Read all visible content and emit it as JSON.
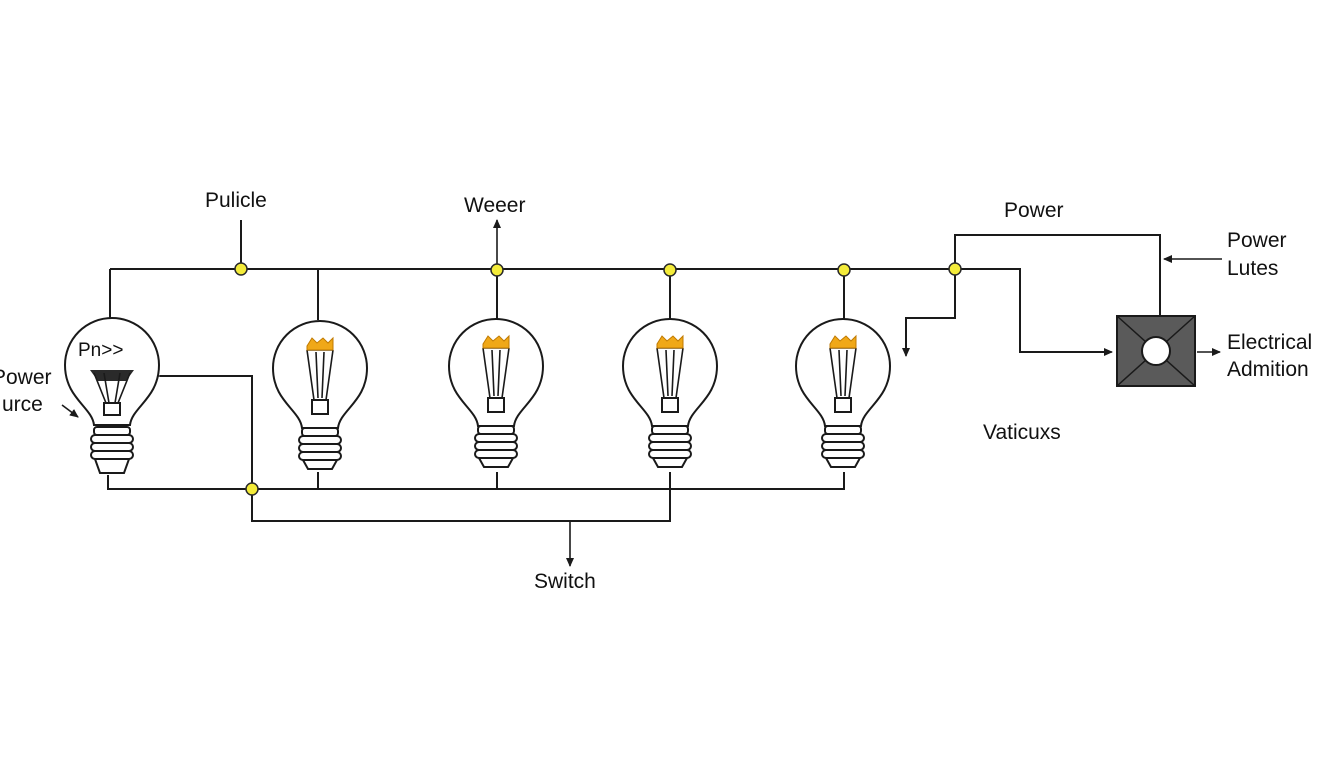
{
  "labels": {
    "pulicle": "Pulicle",
    "weeer": "Weeer",
    "power_top": "Power",
    "power_lutes_1": "Power",
    "power_lutes_2": "Lutes",
    "electrical_1": "Electrical",
    "electrical_2": "Admition",
    "vaticuxs": "Vaticuxs",
    "switch": "Switch",
    "power_source_1": "Power",
    "power_source_2": "urce",
    "bulb1_text": "Pn>>"
  },
  "colors": {
    "wire": "#1a1a1a",
    "junction_node": "#f4ec3a",
    "filament_glow": "#f0a818",
    "device_box": "#5a5a5a"
  },
  "icons": {
    "bulb": "light-bulb-icon",
    "device": "electrical-box-icon"
  }
}
